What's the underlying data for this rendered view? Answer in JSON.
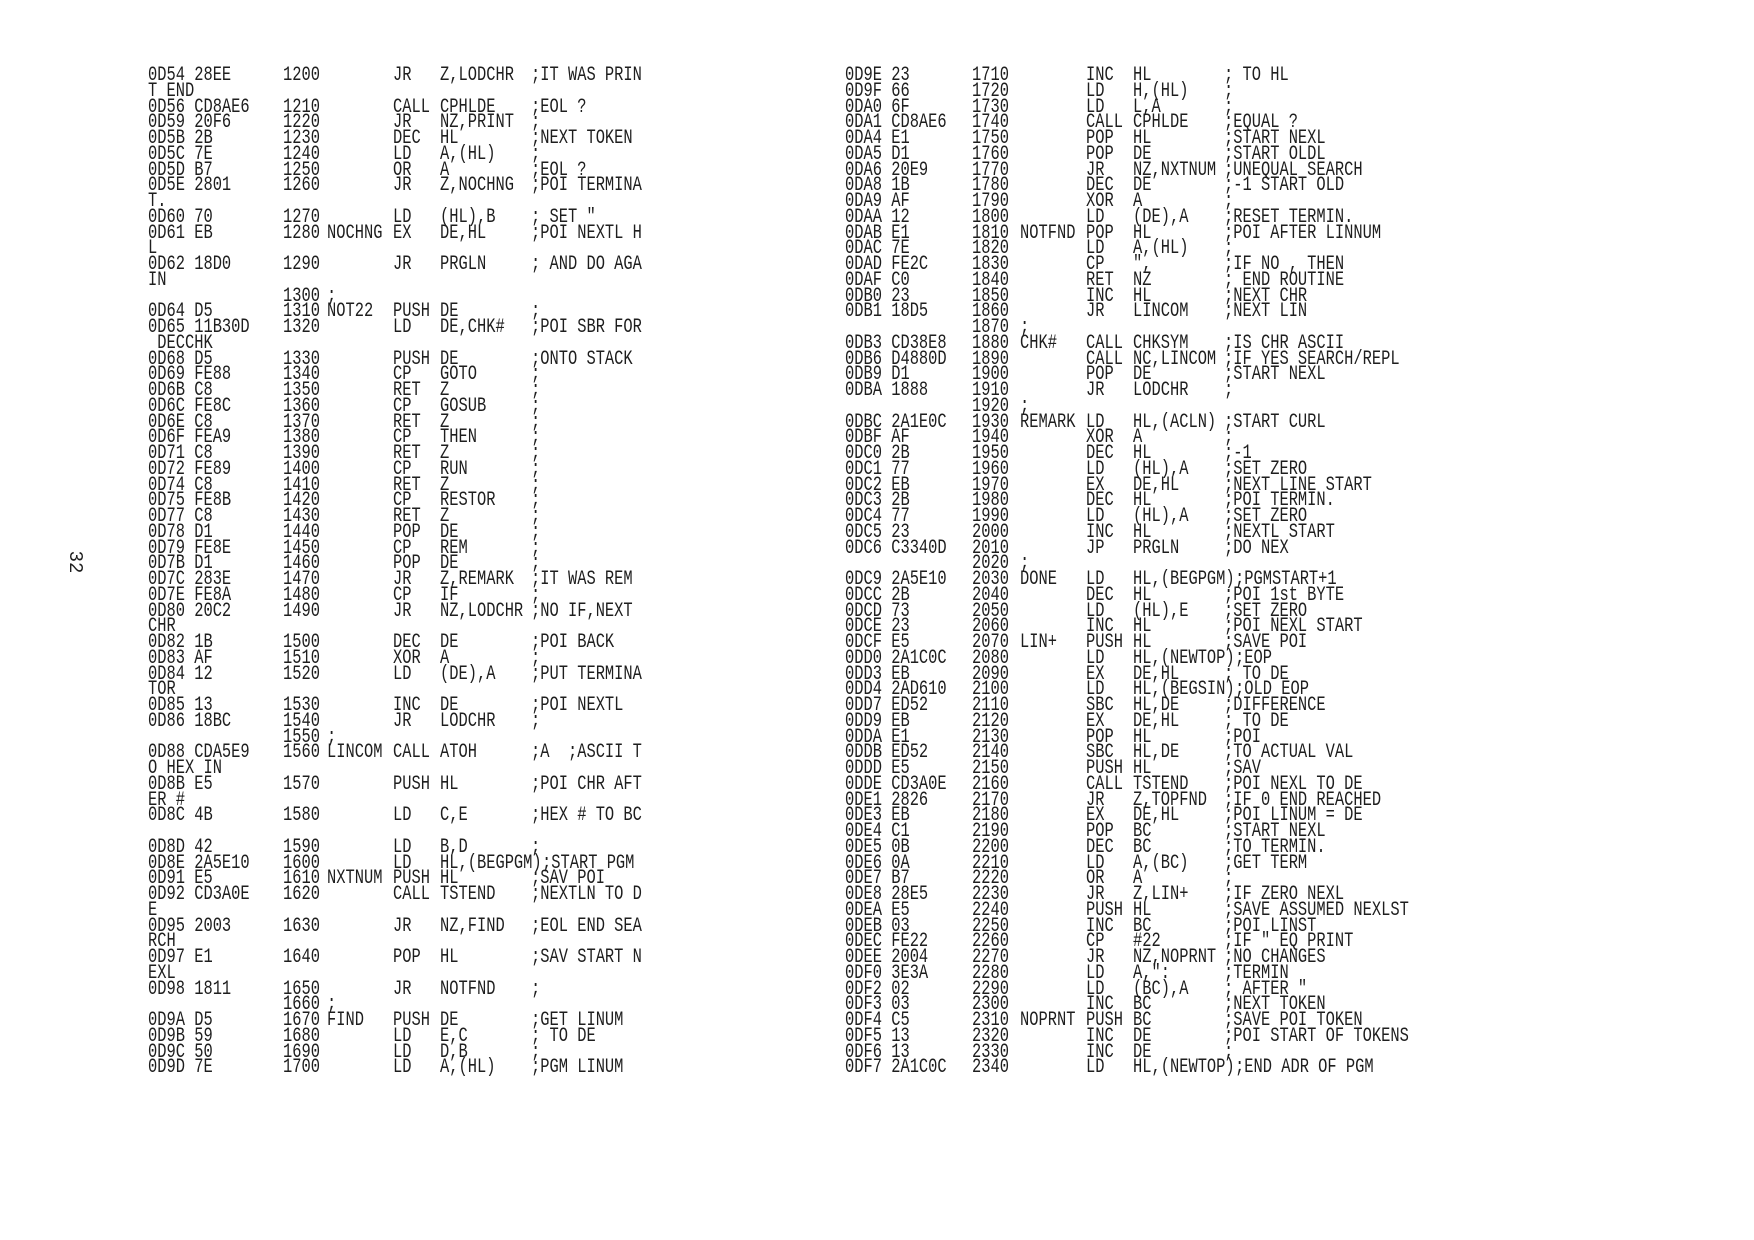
{
  "page": {
    "number": "32"
  },
  "left_column": {
    "lines": [
      [
        "0D54 28EE",
        "1200",
        "",
        "JR",
        "Z,LODCHR",
        ";IT WAS PRIN"
      ],
      [
        "T END"
      ],
      [
        "0D56 CD8AE6",
        "1210",
        "",
        "CALL",
        "CPHLDE",
        ";EOL ?"
      ],
      [
        "0D59 20F6",
        "1220",
        "",
        "JR",
        "NZ,PRINT",
        ";"
      ],
      [
        "0D5B 2B",
        "1230",
        "",
        "DEC",
        "HL",
        ";NEXT TOKEN"
      ],
      [
        "0D5C 7E",
        "1240",
        "",
        "LD",
        "A,(HL)",
        ";"
      ],
      [
        "0D5D B7",
        "1250",
        "",
        "OR",
        "A",
        ";EOL ?"
      ],
      [
        "0D5E 2801",
        "1260",
        "",
        "JR",
        "Z,NOCHNG",
        ";POI TERMINA"
      ],
      [
        "T."
      ],
      [
        "0D60 70",
        "1270",
        "",
        "LD",
        "(HL),B",
        "; SET \""
      ],
      [
        "0D61 EB",
        "1280",
        "NOCHNG",
        "EX",
        "DE,HL",
        ";POI NEXTL H"
      ],
      [
        "L"
      ],
      [
        "0D62 18D0",
        "1290",
        "",
        "JR",
        "PRGLN",
        "; AND DO AGA"
      ],
      [
        "IN"
      ],
      [
        "",
        "1300",
        ";"
      ],
      [
        "0D64 D5",
        "1310",
        "NOT22",
        "PUSH",
        "DE",
        ";"
      ],
      [
        "0D65 11B30D",
        "1320",
        "",
        "LD",
        "DE,CHK#",
        ";POI SBR FOR"
      ],
      [
        " DECCHK"
      ],
      [
        "0D68 D5",
        "1330",
        "",
        "PUSH",
        "DE",
        ";ONTO STACK"
      ],
      [
        "0D69 FE88",
        "1340",
        "",
        "CP",
        "GOTO",
        ";"
      ],
      [
        "0D6B C8",
        "1350",
        "",
        "RET",
        "Z",
        ";"
      ],
      [
        "0D6C FE8C",
        "1360",
        "",
        "CP",
        "GOSUB",
        ";"
      ],
      [
        "0D6E C8",
        "1370",
        "",
        "RET",
        "Z",
        ";"
      ],
      [
        "0D6F FEA9",
        "1380",
        "",
        "CP",
        "THEN",
        ";"
      ],
      [
        "0D71 C8",
        "1390",
        "",
        "RET",
        "Z",
        ";"
      ],
      [
        "0D72 FE89",
        "1400",
        "",
        "CP",
        "RUN",
        ";"
      ],
      [
        "0D74 C8",
        "1410",
        "",
        "RET",
        "Z",
        ";"
      ],
      [
        "0D75 FE8B",
        "1420",
        "",
        "CP",
        "RESTOR",
        ";"
      ],
      [
        "0D77 C8",
        "1430",
        "",
        "RET",
        "Z",
        ";"
      ],
      [
        "0D78 D1",
        "1440",
        "",
        "POP",
        "DE",
        ";"
      ],
      [
        "0D79 FE8E",
        "1450",
        "",
        "CP",
        "REM",
        ";"
      ],
      [
        "0D7B D1",
        "1460",
        "",
        "POP",
        "DE",
        ";"
      ],
      [
        "0D7C 283E",
        "1470",
        "",
        "JR",
        "Z,REMARK",
        ";IT WAS REM"
      ],
      [
        "0D7E FE8A",
        "1480",
        "",
        "CP",
        "IF",
        ";"
      ],
      [
        "0D80 20C2",
        "1490",
        "",
        "JR",
        "NZ,LODCHR",
        ";NO IF,NEXT"
      ],
      [
        "CHR"
      ],
      [
        "0D82 1B",
        "1500",
        "",
        "DEC",
        "DE",
        ";POI BACK"
      ],
      [
        "0D83 AF",
        "1510",
        "",
        "XOR",
        "A",
        ";"
      ],
      [
        "0D84 12",
        "1520",
        "",
        "LD",
        "(DE),A",
        ";PUT TERMINA"
      ],
      [
        "TOR"
      ],
      [
        "0D85 13",
        "1530",
        "",
        "INC",
        "DE",
        ";POI NEXTL"
      ],
      [
        "0D86 18BC",
        "1540",
        "",
        "JR",
        "LODCHR",
        ";"
      ],
      [
        "",
        "1550",
        ";"
      ],
      [
        "0D88 CDA5E9",
        "1560",
        "LINCOM",
        "CALL",
        "ATOH",
        ";A  ;ASCII T"
      ],
      [
        "O HEX IN"
      ],
      [
        "0D8B E5",
        "1570",
        "",
        "PUSH",
        "HL",
        ";POI CHR AFT"
      ],
      [
        "ER #"
      ],
      [
        "0D8C 4B",
        "1580",
        "",
        "LD",
        "C,E",
        ";HEX # TO BC"
      ],
      [],
      [
        "0D8D 42",
        "1590",
        "",
        "LD",
        "B,D",
        ";"
      ],
      [
        "0D8E 2A5E10",
        "1600",
        "",
        "LD",
        "HL,(BEGPGM)",
        ";START PGM"
      ],
      [
        "0D91 E5",
        "1610",
        "NXTNUM",
        "PUSH",
        "HL",
        ";SAV POI"
      ],
      [
        "0D92 CD3A0E",
        "1620",
        "",
        "CALL",
        "TSTEND",
        ";NEXTLN TO D"
      ],
      [
        "E"
      ],
      [
        "0D95 2003",
        "1630",
        "",
        "JR",
        "NZ,FIND",
        ";EOL END SEA"
      ],
      [
        "RCH"
      ],
      [
        "0D97 E1",
        "1640",
        "",
        "POP",
        "HL",
        ";SAV START N"
      ],
      [
        "EXL"
      ],
      [
        "0D98 1811",
        "1650",
        "",
        "JR",
        "NOTFND",
        ";"
      ],
      [
        "",
        "1660",
        ";"
      ],
      [
        "0D9A D5",
        "1670",
        "FIND",
        "PUSH",
        "DE",
        ";GET LINUM"
      ],
      [
        "0D9B 59",
        "1680",
        "",
        "LD",
        "E,C",
        "; TO DE"
      ],
      [
        "0D9C 50",
        "1690",
        "",
        "LD",
        "D,B",
        ";"
      ],
      [
        "0D9D 7E",
        "1700",
        "",
        "LD",
        "A,(HL)",
        ";PGM LINUM"
      ]
    ]
  },
  "right_column": {
    "lines": [
      [
        "0D9E 23",
        "1710",
        "",
        "INC",
        "HL",
        "; TO HL"
      ],
      [
        "0D9F 66",
        "1720",
        "",
        "LD",
        "H,(HL)",
        ";"
      ],
      [
        "0DA0 6F",
        "1730",
        "",
        "LD",
        "L,A",
        ";"
      ],
      [
        "0DA1 CD8AE6",
        "1740",
        "",
        "CALL",
        "CPHLDE",
        ";EQUAL ?"
      ],
      [
        "0DA4 E1",
        "1750",
        "",
        "POP",
        "HL",
        ";START NEXL"
      ],
      [
        "0DA5 D1",
        "1760",
        "",
        "POP",
        "DE",
        ";START OLDL"
      ],
      [
        "0DA6 20E9",
        "1770",
        "",
        "JR",
        "NZ,NXTNUM",
        ";UNEQUAL SEARCH"
      ],
      [
        "0DA8 1B",
        "1780",
        "",
        "DEC",
        "DE",
        ";-1 START OLD"
      ],
      [
        "0DA9 AF",
        "1790",
        "",
        "XOR",
        "A",
        ";"
      ],
      [
        "0DAA 12",
        "1800",
        "",
        "LD",
        "(DE),A",
        ";RESET TERMIN."
      ],
      [
        "0DAB E1",
        "1810",
        "NOTFND",
        "POP",
        "HL",
        ";POI AFTER LINNUM"
      ],
      [
        "0DAC 7E",
        "1820",
        "",
        "LD",
        "A,(HL)",
        ";"
      ],
      [
        "0DAD FE2C",
        "1830",
        "",
        "CP",
        "\",",
        ";IF NO , THEN"
      ],
      [
        "0DAF C0",
        "1840",
        "",
        "RET",
        "NZ",
        "; END ROUTINE"
      ],
      [
        "0DB0 23",
        "1850",
        "",
        "INC",
        "HL",
        ";NEXT CHR"
      ],
      [
        "0DB1 18D5",
        "1860",
        "",
        "JR",
        "LINCOM",
        ";NEXT LIN"
      ],
      [
        "",
        "1870",
        ";"
      ],
      [
        "0DB3 CD38E8",
        "1880",
        "CHK#",
        "CALL",
        "CHKSYM",
        ";IS CHR ASCII"
      ],
      [
        "0DB6 D4880D",
        "1890",
        "",
        "CALL",
        "NC,LINCOM",
        ";IF YES SEARCH/REPL"
      ],
      [
        "0DB9 D1",
        "1900",
        "",
        "POP",
        "DE",
        ";START NEXL"
      ],
      [
        "0DBA 1888",
        "1910",
        "",
        "JR",
        "LODCHR",
        ";"
      ],
      [
        "",
        "1920",
        ";"
      ],
      [
        "0DBC 2A1E0C",
        "1930",
        "REMARK",
        "LD",
        "HL,(ACLN)",
        ";START CURL"
      ],
      [
        "0DBF AF",
        "1940",
        "",
        "XOR",
        "A",
        ";"
      ],
      [
        "0DC0 2B",
        "1950",
        "",
        "DEC",
        "HL",
        ";-1"
      ],
      [
        "0DC1 77",
        "1960",
        "",
        "LD",
        "(HL),A",
        ";SET ZERO"
      ],
      [
        "0DC2 EB",
        "1970",
        "",
        "EX",
        "DE,HL",
        ";NEXT LINE START"
      ],
      [
        "0DC3 2B",
        "1980",
        "",
        "DEC",
        "HL",
        ";POI TERMIN."
      ],
      [
        "0DC4 77",
        "1990",
        "",
        "LD",
        "(HL),A",
        ";SET ZERO"
      ],
      [
        "0DC5 23",
        "2000",
        "",
        "INC",
        "HL",
        ";NEXTL START"
      ],
      [
        "0DC6 C3340D",
        "2010",
        "",
        "JP",
        "PRGLN",
        ";DO NEX"
      ],
      [
        "",
        "2020",
        ";"
      ],
      [
        "0DC9 2A5E10",
        "2030",
        "DONE",
        "LD",
        "HL,(BEGPGM)",
        ";PGMSTART+1"
      ],
      [
        "0DCC 2B",
        "2040",
        "",
        "DEC",
        "HL",
        ";POI 1st BYTE"
      ],
      [
        "0DCD 73",
        "2050",
        "",
        "LD",
        "(HL),E",
        ";SET ZERO"
      ],
      [
        "0DCE 23",
        "2060",
        "",
        "INC",
        "HL",
        ";POI NEXL START"
      ],
      [
        "0DCF E5",
        "2070",
        "LIN+",
        "PUSH",
        "HL",
        ";SAVE POI"
      ],
      [
        "0DD0 2A1C0C",
        "2080",
        "",
        "LD",
        "HL,(NEWTOP)",
        ";EOP"
      ],
      [
        "0DD3 EB",
        "2090",
        "",
        "EX",
        "DE,HL",
        "; TO DE"
      ],
      [
        "0DD4 2AD610",
        "2100",
        "",
        "LD",
        "HL,(BEGSIN)",
        ";OLD EOP"
      ],
      [
        "0DD7 ED52",
        "2110",
        "",
        "SBC",
        "HL,DE",
        ";DIFFERENCE"
      ],
      [
        "0DD9 EB",
        "2120",
        "",
        "EX",
        "DE,HL",
        "; TO DE"
      ],
      [
        "0DDA E1",
        "2130",
        "",
        "POP",
        "HL",
        ";POI"
      ],
      [
        "0DDB ED52",
        "2140",
        "",
        "SBC",
        "HL,DE",
        ";TO ACTUAL VAL"
      ],
      [
        "0DDD E5",
        "2150",
        "",
        "PUSH",
        "HL",
        ";SAV"
      ],
      [
        "0DDE CD3A0E",
        "2160",
        "",
        "CALL",
        "TSTEND",
        ";POI NEXL TO DE"
      ],
      [
        "0DE1 2826",
        "2170",
        "",
        "JR",
        "Z,TOPFND",
        ";IF 0 END REACHED"
      ],
      [
        "0DE3 EB",
        "2180",
        "",
        "EX",
        "DE,HL",
        ";POI LINUM = DE"
      ],
      [
        "0DE4 C1",
        "2190",
        "",
        "POP",
        "BC",
        ";START NEXL"
      ],
      [
        "0DE5 0B",
        "2200",
        "",
        "DEC",
        "BC",
        ";TO TERMIN."
      ],
      [
        "0DE6 0A",
        "2210",
        "",
        "LD",
        "A,(BC)",
        ";GET TERM"
      ],
      [
        "0DE7 B7",
        "2220",
        "",
        "OR",
        "A",
        ";"
      ],
      [
        "0DE8 28E5",
        "2230",
        "",
        "JR",
        "Z,LIN+",
        ";IF ZERO NEXL"
      ],
      [
        "0DEA E5",
        "2240",
        "",
        "PUSH",
        "HL",
        ";SAVE ASSUMED NEXLST"
      ],
      [
        "0DEB 03",
        "2250",
        "",
        "INC",
        "BC",
        ";POI LINST"
      ],
      [
        "0DEC FE22",
        "2260",
        "",
        "CP",
        "#22",
        ";IF \" EQ PRINT"
      ],
      [
        "0DEE 2004",
        "2270",
        "",
        "JR",
        "NZ,NOPRNT",
        ";NO CHANGES"
      ],
      [
        "0DF0 3E3A",
        "2280",
        "",
        "LD",
        "A,\":",
        ";TERMIN"
      ],
      [
        "0DF2 02",
        "2290",
        "",
        "LD",
        "(BC),A",
        "; AFTER \""
      ],
      [
        "0DF3 03",
        "2300",
        "",
        "INC",
        "BC",
        ";NEXT TOKEN"
      ],
      [
        "0DF4 C5",
        "2310",
        "NOPRNT",
        "PUSH",
        "BC",
        ";SAVE POI TOKEN"
      ],
      [
        "0DF5 13",
        "2320",
        "",
        "INC",
        "DE",
        ";POI START OF TOKENS"
      ],
      [
        "0DF6 13",
        "2330",
        "",
        "INC",
        "DE",
        ";"
      ],
      [
        "0DF7 2A1C0C",
        "2340",
        "",
        "LD",
        "HL,(NEWTOP)",
        ";END ADR OF PGM"
      ]
    ]
  }
}
